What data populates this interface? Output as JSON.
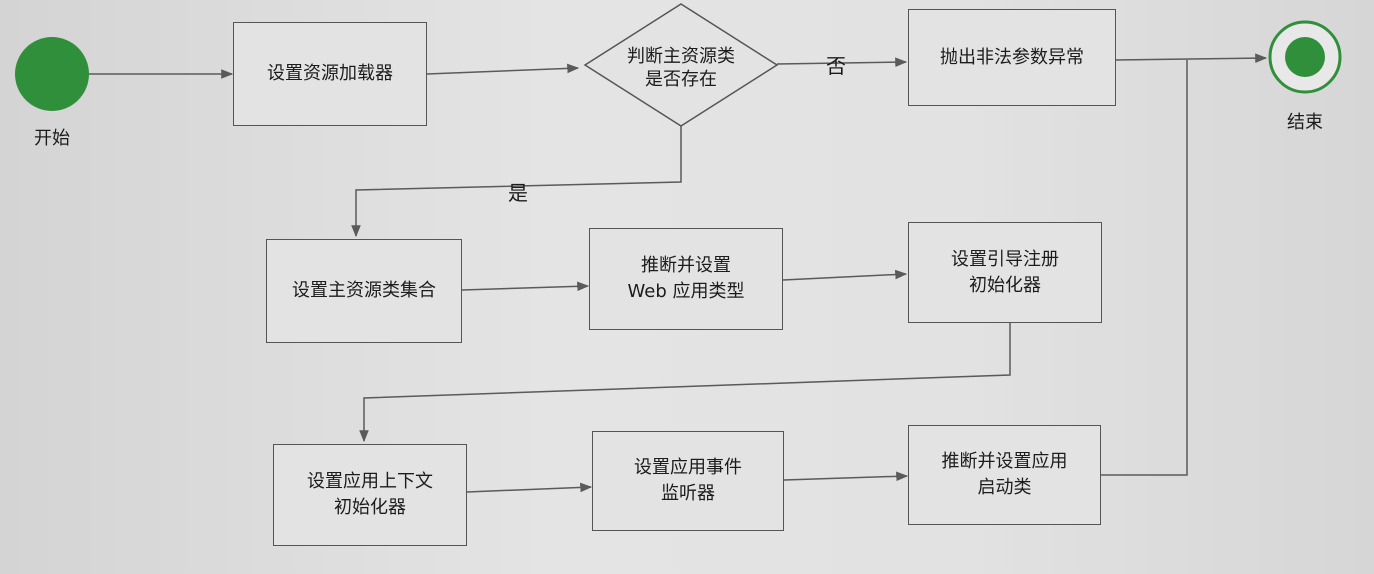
{
  "start": {
    "label": "开始"
  },
  "end": {
    "label": "结束"
  },
  "steps": {
    "set_resource_loader": "设置资源加载器",
    "decision_main_class": "判断主资源类\n是否存在",
    "throw_exception": "抛出非法参数异常",
    "set_main_sources": "设置主资源类集合",
    "deduce_web_type": "推断并设置\nWeb 应用类型",
    "set_bootstrap_initializers": "设置引导注册\n初始化器",
    "set_context_initializers": "设置应用上下文\n初始化器",
    "set_listeners": "设置应用事件\n监听器",
    "deduce_main_class": "推断并设置应用\n启动类"
  },
  "edge_labels": {
    "no": "否",
    "yes": "是"
  },
  "colors": {
    "start_node": "#2f8f3a",
    "end_node": "#2f8f3a",
    "line": "#5a5a5a"
  }
}
